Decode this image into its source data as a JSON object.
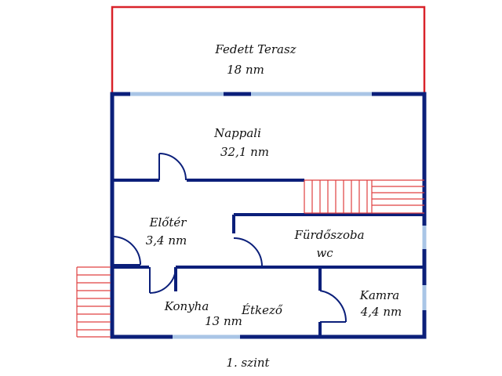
{
  "plan": {
    "colors": {
      "wall": "#0b1f7a",
      "window": "#a9c5e6",
      "terrace": "#d9232a",
      "stairs": "#e04040",
      "text": "#111111"
    },
    "rooms": {
      "terrace_name": "Fedett Terasz",
      "terrace_area": "18 nm",
      "living_name": "Nappali",
      "living_area": "32,1 nm",
      "hall_name": "Előtér",
      "hall_area": "3,4 nm",
      "bath_name": "Fürdőszoba",
      "bath_wc": "wc",
      "pantry_name": "Kamra",
      "pantry_area": "4,4 nm",
      "kitchen_name": "Konyha",
      "kitchen_area": "13 nm",
      "dining_name": "Étkező"
    },
    "level_label": "1. szint"
  }
}
